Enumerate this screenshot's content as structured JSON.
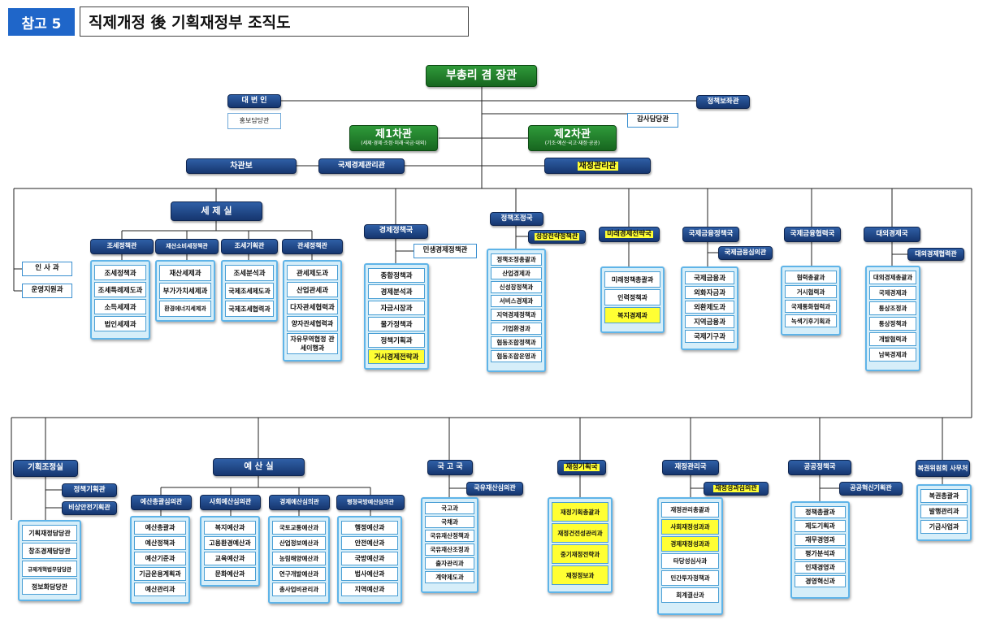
{
  "header": {
    "tag": "참고 5",
    "title": "직제개정 後 기획재정부 조직도"
  },
  "top": {
    "minister": "부총리 겸 장관",
    "spokesman": "대 변 인",
    "pr": "홍보담당관",
    "policy_aide": "정책보좌관",
    "audit": "감사담당관",
    "vice1": {
      "name": "제1차관",
      "sub": "(세제·경제·조정·미래·국금·대외)"
    },
    "vice2": {
      "name": "제2차관",
      "sub": "(기조·예산·국고·재정·공공)"
    },
    "assistant": "차관보",
    "intl_econ_mgr": "국제경제관리관",
    "fiscal_mgr": "재정관리관"
  },
  "left_items": [
    "인 사 과",
    "운영지원과"
  ],
  "tax": {
    "office": "세 제 실",
    "groups": [
      {
        "head": "조세정책관",
        "items": [
          "조세정책과",
          "조세특례제도과",
          "소득세제과",
          "법인세제과"
        ]
      },
      {
        "head": "재산소비세정책관",
        "items": [
          "재산세제과",
          "부가가치세제과",
          "환경에너지세제과"
        ]
      },
      {
        "head": "조세기획관",
        "items": [
          "조세분석과",
          "국제조세제도과",
          "국제조세협력과"
        ]
      },
      {
        "head": "관세정책관",
        "items": [
          "관세제도과",
          "산업관세과",
          "다자관세협력과",
          "양자관세협력과",
          "자유무역협정 관세이행과"
        ]
      }
    ]
  },
  "upper_bureaus": [
    {
      "head": "경제정책국",
      "sub": "민생경제정책관",
      "items": [
        "종합정책과",
        "경제분석과",
        "자금시장과",
        "물가정책과",
        "정책기획과",
        "거시경제전략과"
      ],
      "yellow": [
        5
      ]
    },
    {
      "head": "정책조정국",
      "sub": "성장전략정책관",
      "items": [
        "정책조정총괄과",
        "산업경제과",
        "신성장정책과",
        "서비스경제과",
        "지역경제정책과",
        "기업환경과",
        "협동조합정책과",
        "협동조합운영과"
      ],
      "yellow": []
    },
    {
      "head": "미래경제전략국",
      "sub": "",
      "items": [
        "미래정책총괄과",
        "인력정책과",
        "복지경제과"
      ],
      "yellow": [
        2
      ]
    },
    {
      "head": "국제금융정책국",
      "sub": "국제금융심의관",
      "items": [
        "국제금융과",
        "외화자금과",
        "외환제도과",
        "지역금융과",
        "국제기구과"
      ],
      "yellow": []
    },
    {
      "head": "국제금융협력국",
      "sub": "",
      "items": [
        "협력총괄과",
        "거시협력과",
        "국제통화협력과",
        "녹색기후기획과"
      ],
      "yellow": []
    },
    {
      "head": "대외경제국",
      "sub": "대외경제협력관",
      "items": [
        "대외경제총괄과",
        "국제경제과",
        "통상조정과",
        "통상정책과",
        "개발협력과",
        "남북경제과"
      ],
      "yellow": []
    }
  ],
  "planning": {
    "office": "기획조정실",
    "subs": [
      "정책기획관",
      "비상안전기획관"
    ],
    "items": [
      "기획재정담당관",
      "창조경제담당관",
      "규제개혁법무담당관",
      "정보화담당관"
    ]
  },
  "budget": {
    "office": "예 산 실",
    "groups": [
      {
        "head": "예산총괄심의관",
        "items": [
          "예산총괄과",
          "예산정책과",
          "예산기준과",
          "기금운용계획과",
          "예산관리과"
        ]
      },
      {
        "head": "사회예산심의관",
        "items": [
          "복지예산과",
          "고용환경예산과",
          "교육예산과",
          "문화예산과"
        ]
      },
      {
        "head": "경제예산심의관",
        "items": [
          "국토교통예산과",
          "산업정보예산과",
          "농림해양예산과",
          "연구개발예산과",
          "총사업비관리과"
        ]
      },
      {
        "head": "행정국방예산심의관",
        "items": [
          "행정예산과",
          "안전예산과",
          "국방예산과",
          "법사예산과",
          "지역예산과"
        ]
      }
    ]
  },
  "lower_bureaus": [
    {
      "head": "국 고 국",
      "sub": "국유재산심의관",
      "items": [
        "국고과",
        "국채과",
        "국유재산정책과",
        "국유재산조정과",
        "출자관리과",
        "계약제도과"
      ],
      "yellow": []
    },
    {
      "head": "재정기획국",
      "sub": "",
      "items": [
        "재정기획총괄과",
        "재정건전성관리과",
        "중기재정전략과",
        "재정정보과"
      ],
      "yellow": [
        0,
        1,
        2,
        3
      ]
    },
    {
      "head": "재정관리국",
      "sub": "재정성과심의관",
      "items": [
        "재정관리총괄과",
        "사회재정성과과",
        "경제재정성과과",
        "타당성심사과",
        "민간투자정책과",
        "회계결산과"
      ],
      "yellow": [
        1,
        2
      ]
    },
    {
      "head": "공공정책국",
      "sub": "공공혁신기획관",
      "items": [
        "정책총괄과",
        "제도기획과",
        "재무경영과",
        "평가분석과",
        "인재경영과",
        "경영혁신과"
      ],
      "yellow": []
    },
    {
      "head": "복권위원회 사무처",
      "sub": "",
      "items": [
        "복권총괄과",
        "발행관리과",
        "기금사업과"
      ],
      "yellow": []
    }
  ]
}
